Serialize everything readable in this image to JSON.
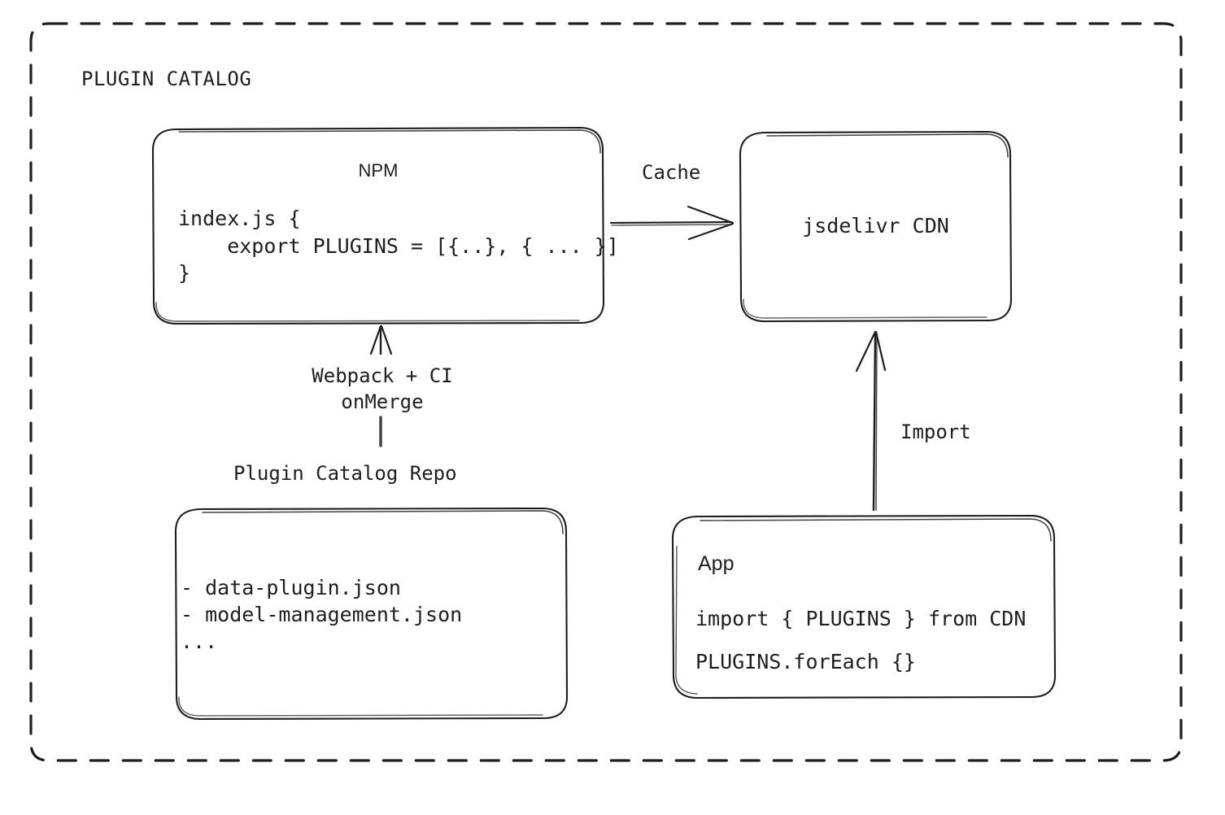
{
  "diagram": {
    "type": "architecture-flow",
    "container": {
      "label": "PLUGIN CATALOG",
      "border_style": "dashed",
      "color": "#1e1e1e"
    },
    "background": "#ffffff",
    "stroke_color": "#1e1e1e",
    "nodes": [
      {
        "id": "npm",
        "title": "NPM",
        "title_align": "center",
        "code_lines": [
          "index.js {",
          "    export PLUGINS = [{..}, { ... }]",
          "}"
        ]
      },
      {
        "id": "cdn",
        "title": "jsdelivr CDN",
        "title_align": "center",
        "code_lines": []
      },
      {
        "id": "repo",
        "caption": "Plugin Catalog Repo",
        "code_lines": [
          "- data-plugin.json",
          "- model-management.json",
          "..."
        ]
      },
      {
        "id": "app",
        "title": "App",
        "title_align": "left",
        "code_lines": [
          "import { PLUGINS } from CDN",
          "PLUGINS.forEach {}"
        ]
      }
    ],
    "edges": [
      {
        "id": "cache",
        "label": "Cache",
        "from": "npm",
        "to": "cdn",
        "direction": "right"
      },
      {
        "id": "build",
        "label": "Webpack + CI\nonMerge",
        "label_line1": "Webpack + CI",
        "label_line2": "onMerge",
        "from": "repo",
        "to": "npm",
        "direction": "up"
      },
      {
        "id": "import",
        "label": "Import",
        "from": "app",
        "to": "cdn",
        "direction": "up"
      }
    ]
  }
}
